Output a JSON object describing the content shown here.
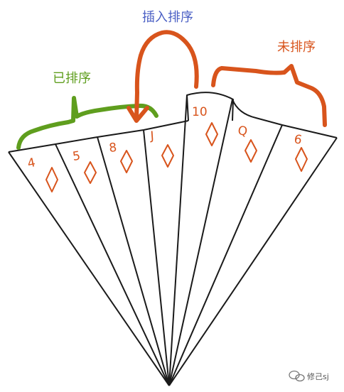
{
  "labels": {
    "sorted": "已排序",
    "insert": "插入排序",
    "unsorted": "未排序"
  },
  "cards": [
    {
      "rank": "4",
      "suit": "diamond-icon"
    },
    {
      "rank": "5",
      "suit": "diamond-icon"
    },
    {
      "rank": "8",
      "suit": "diamond-icon"
    },
    {
      "rank": "J",
      "suit": "diamond-icon"
    },
    {
      "rank": "10",
      "suit": "diamond-icon"
    },
    {
      "rank": "Q",
      "suit": "diamond-icon"
    },
    {
      "rank": "6",
      "suit": "diamond-icon"
    }
  ],
  "colors": {
    "sorted": "#5f9e1e",
    "insert": "#4a5fc4",
    "unsorted": "#d8541c",
    "card_line": "#1a1a1a"
  },
  "watermark": {
    "text": "修己sj",
    "icon": "wechat-icon"
  }
}
